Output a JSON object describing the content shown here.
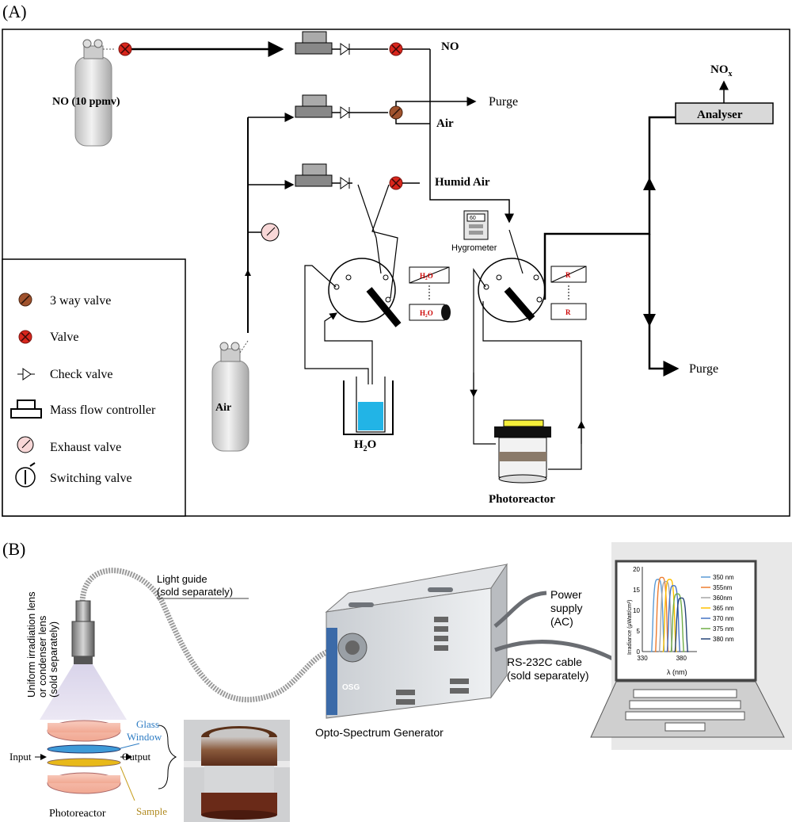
{
  "panel_a": {
    "label": "(A)",
    "no_cylinder_label": "NO (10 ppmv)",
    "air_cylinder_label": "Air",
    "line_labels": {
      "no": "NO",
      "air": "Air",
      "humid_air": "Humid Air",
      "purge_top": "Purge",
      "purge_right": "Purge"
    },
    "hygrometer_label": "Hygrometer",
    "hygrometer_reading": "60",
    "analyser_label": "Analyser",
    "nox_label": "NO",
    "nox_sub": "x",
    "water_label": "H",
    "water_sub": "2",
    "water_suffix": "O",
    "sv1_top_label": "H₂O",
    "sv1_bottom_label": "H₂O",
    "sv2_top_label": "R",
    "sv2_bottom_label": "R",
    "photoreactor_label": "Photoreactor",
    "legend": [
      {
        "icon": "three-way-valve-icon",
        "label": "3 way valve"
      },
      {
        "icon": "valve-icon",
        "label": "Valve"
      },
      {
        "icon": "check-valve-icon",
        "label": "Check valve"
      },
      {
        "icon": "mass-flow-controller-icon",
        "label": "Mass flow controller"
      },
      {
        "icon": "exhaust-valve-icon",
        "label": "Exhaust valve"
      },
      {
        "icon": "switching-valve-icon",
        "label": "Switching valve"
      }
    ]
  },
  "panel_b": {
    "label": "(B)",
    "lens_label_1": "Uniform irradiation lens",
    "lens_label_2": "or condenser lens",
    "lens_label_3": "(sold separately)",
    "light_guide_1": "Light guide",
    "light_guide_2": "(sold separately)",
    "power_1": "Power",
    "power_2": "supply",
    "power_3": "(AC)",
    "rs232_1": "RS-232C cable",
    "rs232_2": "(sold separately)",
    "generator_label": "Opto-Spectrum Generator",
    "brand": "OSG",
    "glass_1": "Glass",
    "glass_2": "Window",
    "input": "Input",
    "output": "Output",
    "sample": "Sample",
    "photoreactor": "Photoreactor"
  },
  "chart_data": {
    "type": "line",
    "xlabel": "λ (nm)",
    "ylabel": "Irradiance (μWatt/cm²)",
    "xlim": [
      330,
      400
    ],
    "ylim": [
      0,
      20
    ],
    "x_ticks": [
      "330",
      "380"
    ],
    "y_ticks": [
      "0",
      "5",
      "10",
      "15",
      "20"
    ],
    "legend_position": "right",
    "series": [
      {
        "name": "350 nm",
        "color": "#5b9bd5",
        "center": 350,
        "peak": 17.5
      },
      {
        "name": "355nm",
        "color": "#ed7d31",
        "center": 355,
        "peak": 18
      },
      {
        "name": "360nm",
        "color": "#a5a5a5",
        "center": 360,
        "peak": 17
      },
      {
        "name": "365 nm",
        "color": "#ffc000",
        "center": 365,
        "peak": 17.5
      },
      {
        "name": "370 nm",
        "color": "#4472c4",
        "center": 370,
        "peak": 16
      },
      {
        "name": "375 nm",
        "color": "#70ad47",
        "center": 375,
        "peak": 14
      },
      {
        "name": "380 nm",
        "color": "#264478",
        "center": 380,
        "peak": 13
      }
    ]
  }
}
